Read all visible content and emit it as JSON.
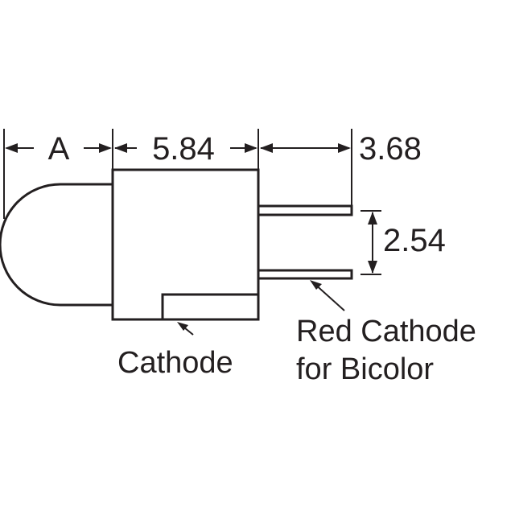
{
  "dimensions": {
    "a_label": "A",
    "body_length": "5.84",
    "lead_length": "3.68",
    "lead_spacing": "2.54"
  },
  "callouts": {
    "cathode": "Cathode",
    "red_cathode_line1": "Red Cathode",
    "red_cathode_line2": "for Bicolor"
  },
  "colors": {
    "ink": "#231f20",
    "background": "#ffffff"
  }
}
